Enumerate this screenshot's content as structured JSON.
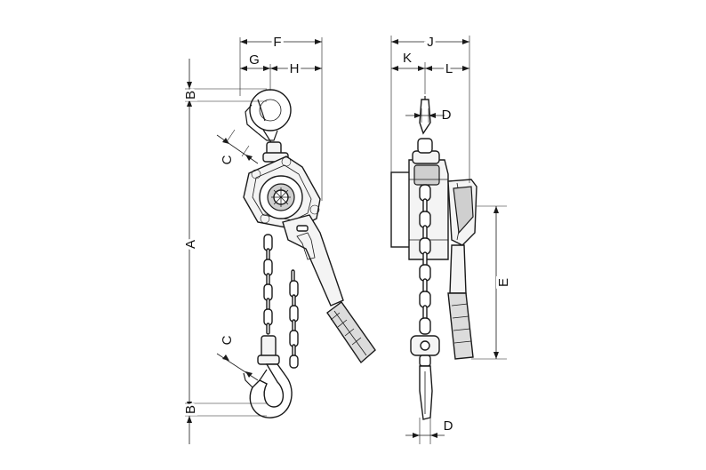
{
  "dimension_labels": {
    "A": "A",
    "B_top": "B",
    "B_bottom": "B",
    "C_top": "C",
    "C_bottom": "C",
    "D_top": "D",
    "D_bottom": "D",
    "E": "E",
    "F": "F",
    "G": "G",
    "H": "H",
    "J": "J",
    "K": "K",
    "L": "L"
  }
}
